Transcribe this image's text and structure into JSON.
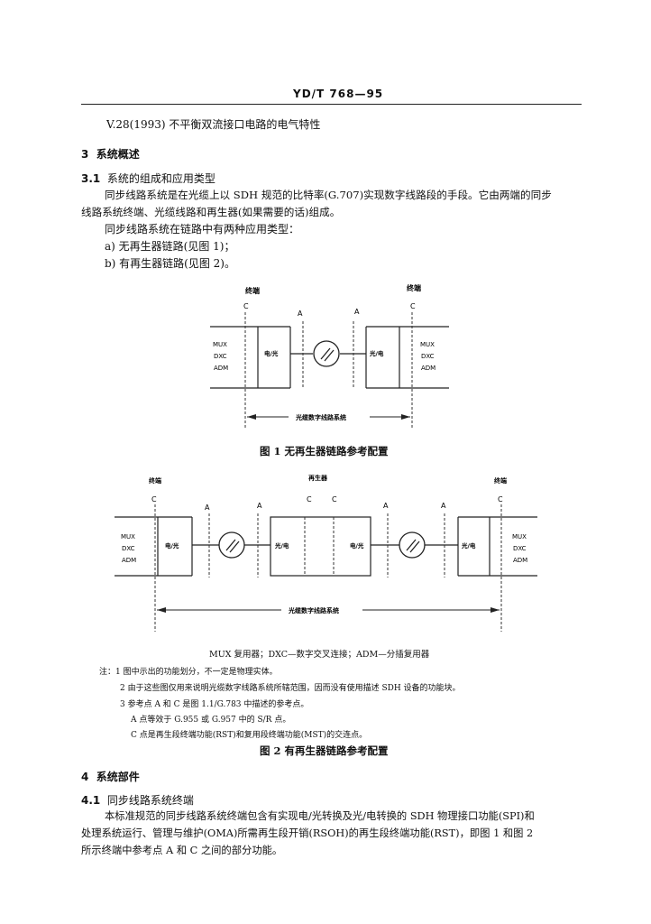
{
  "header": "YD/T 768—95",
  "ref_line": "V.28(1993)   不平衡双流接口电路的电气特性",
  "section3": {
    "num": "3",
    "title": "系统概述"
  },
  "section31": {
    "num": "3.1",
    "title": "系统的组成和应用类型"
  },
  "para1_l1": "同步线路系统是在光缆上以 SDH 规范的比特率(G.707)实现数字线路段的手段。它由两端的同步",
  "para1_l2": "线路系统终端、光缆线路和再生器(如果需要的话)组成。",
  "para2": "同步线路系统在链路中有两种应用类型：",
  "item_a": "a) 无再生器链路(见图 1)；",
  "item_b": "b) 有再生器链路(见图 2)。",
  "fig1": {
    "terminal_left": "终端",
    "terminal_right": "终端",
    "ref_c": "C",
    "ref_a": "A",
    "mux": "MUX",
    "dxc": "DXC",
    "adm": "ADM",
    "eo": "电/光",
    "oe": "光/电",
    "span": "光缆数字线路系统",
    "caption": "图 1   无再生器链路参考配置"
  },
  "fig2": {
    "terminal_left": "终端",
    "regen": "再生器",
    "terminal_right": "终端",
    "ref_c": "C",
    "ref_a": "A",
    "mux": "MUX",
    "dxc": "DXC",
    "adm": "ADM",
    "eo": "电/光",
    "oe": "光/电",
    "span": "光缆数字线路系统",
    "legend": "MUX   复用器；DXC—数字交叉连接；ADM—分插复用器",
    "caption": "图 2   有再生器链路参考配置"
  },
  "notes": {
    "n1": "注：1 图中示出的功能划分，不一定是物理实体。",
    "n2": "2 由于这些图仅用来说明光缆数字线路系统所辖范围，因而没有使用描述 SDH 设备的功能块。",
    "n3": "3 参考点 A 和 C 是图 1.1/G.783 中描述的参考点。",
    "n3a": "A 点等效于 G.955 或 G.957 中的 S/R 点。",
    "n3c": "C 点是再生段终端功能(RST)和复用段终端功能(MST)的交连点。"
  },
  "section4": {
    "num": "4",
    "title": "系统部件"
  },
  "section41": {
    "num": "4.1",
    "title": "同步线路系统终端"
  },
  "para3_l1": "本标准规范的同步线路系统终端包含有实现电/光转换及光/电转换的 SDH 物理接口功能(SPI)和",
  "para3_l2": "处理系统运行、管理与维护(OMA)所需再生段开销(RSOH)的再生段终端功能(RST)，即图 1 和图 2",
  "para3_l3": "所示终端中参考点 A 和 C 之间的部分功能。"
}
